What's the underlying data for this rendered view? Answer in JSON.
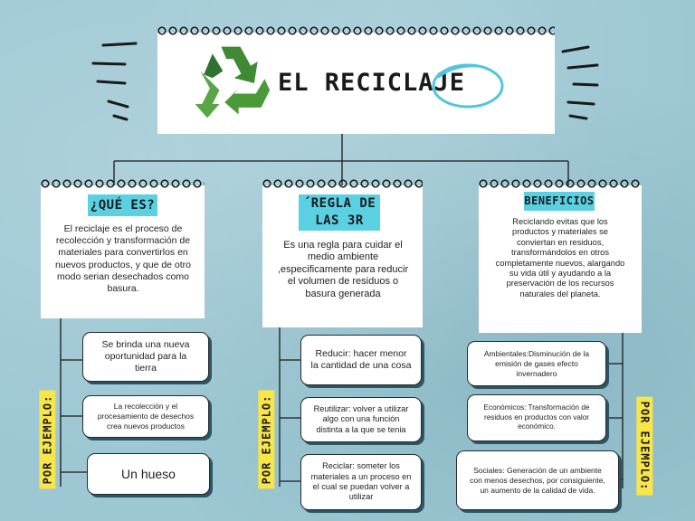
{
  "title": "EL RECICLAJE",
  "icons": {
    "logo": "recycle-icon"
  },
  "colors": {
    "background": "#9cc7d3",
    "tag": "#5ad1e3",
    "example_label": "#f7e54a",
    "recycle_green": "#4a9a3a"
  },
  "sections": [
    {
      "heading": "¿QUÉ ES?",
      "text": "El reciclaje es el proceso de recolección y transformación de materiales para convertirlos en nuevos productos, y que de otro modo serian desechados como basura.",
      "example_label": "POR EJEMPLO:",
      "examples": [
        "Se brinda una nueva oportunidad para la tierra",
        "La recolección y el procesamiento de desechos crea nuevos productos",
        "Un hueso"
      ]
    },
    {
      "heading": "´REGLA DE LAS 3R",
      "text": "Es una regla para cuidar el medio ambiente ,especificamente para reducir el volumen de residuos o basura generada",
      "example_label": "POR EJEMPLO:",
      "examples": [
        "Reducir: hacer menor la cantidad de una cosa",
        "Reutilizar: volver a utilizar algo con una función distinta a la que se tenia",
        "Reciclar: someter los materiales a un proceso en el cual se puedan volver a utilizar"
      ]
    },
    {
      "heading": "BENEFICIOS",
      "text": "Reciclando evitas que los productos y materiales se conviertan en residuos, transformándolos en otros completamente nuevos, alargando su vida útil y ayudando a la preservación de los recursos naturales del planeta.",
      "example_label": "POR EJEMPLO:",
      "examples": [
        "Ambientales:Disminución de la emisión de gases efecto invernadero",
        "Económicos: Transformación de residuos en productos con valor económico.",
        "Sociales: Generación de un ambiente con menos desechos, por consiguiente, un aumento de la calidad de vida."
      ]
    }
  ]
}
